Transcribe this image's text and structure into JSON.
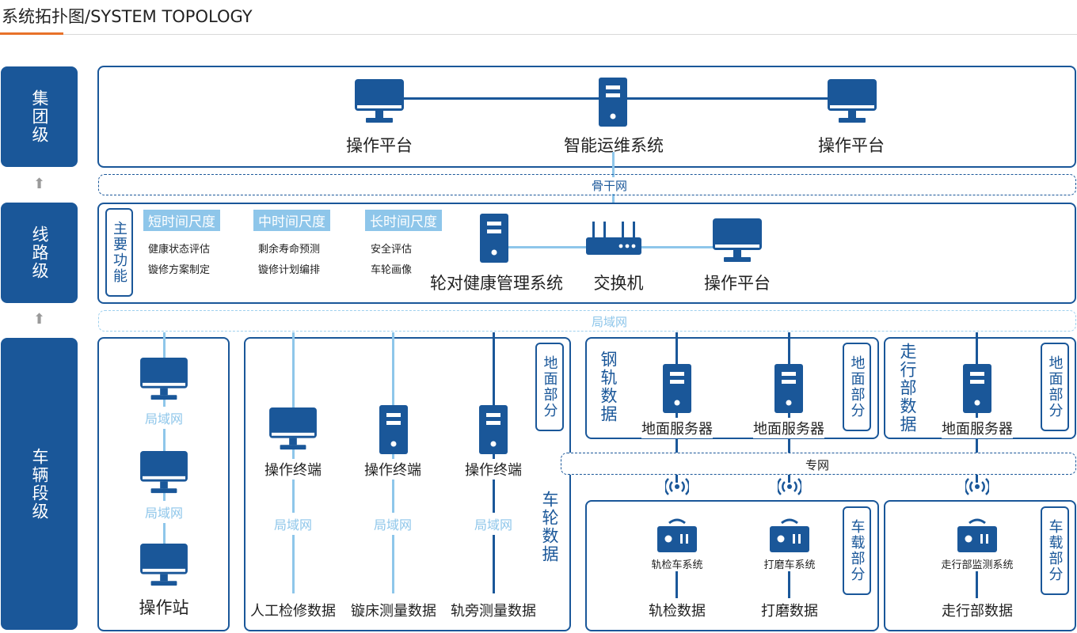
{
  "page": {
    "title": "系统拓扑图/SYSTEM TOPOLOGY"
  },
  "colors": {
    "primary": "#1a5799",
    "light": "#8ec6ea",
    "accent": "#e8722a"
  },
  "levels": {
    "group": "集团级",
    "line": "线路级",
    "vehicle": "车辆段级"
  },
  "group": {
    "left_platform": "操作平台",
    "center_system": "智能运维系统",
    "right_platform": "操作平台"
  },
  "networks": {
    "backbone": "骨干网",
    "lan": "局域网",
    "private": "专网"
  },
  "line": {
    "main_functions": "主要功能",
    "scales": [
      {
        "name": "短时间尺度",
        "items": [
          "健康状态评估",
          "镟修方案制定"
        ]
      },
      {
        "name": "中时间尺度",
        "items": [
          "剩余寿命预测",
          "镟修计划编排"
        ]
      },
      {
        "name": "长时间尺度",
        "items": [
          "安全评估",
          "车轮画像"
        ]
      }
    ],
    "health_system": "轮对健康管理系统",
    "switch": "交换机",
    "platform": "操作平台"
  },
  "vehicle": {
    "station_column": {
      "lan1": "局域网",
      "lan2": "局域网",
      "station": "操作站"
    },
    "wheel": {
      "ground_tag": "地面部分",
      "data_label": "车轮数据",
      "terminals": [
        "操作终端",
        "操作终端",
        "操作终端"
      ],
      "lans": [
        "局域网",
        "局域网",
        "局域网"
      ],
      "sources": [
        "人工检修数据",
        "镟床测量数据",
        "轨旁测量数据"
      ]
    },
    "rail": {
      "data_label": "钢轨数据",
      "ground_tag": "地面部分",
      "servers": [
        "地面服务器",
        "地面服务器"
      ],
      "onboard_tag": "车载部分",
      "systems": [
        "轨检车系统",
        "打磨车系统"
      ],
      "data": [
        "轨检数据",
        "打磨数据"
      ]
    },
    "running": {
      "data_label": "走行部数据",
      "ground_tag": "地面部分",
      "server": "地面服务器",
      "onboard_tag": "车载部分",
      "system": "走行部监测系统",
      "data": "走行部数据"
    }
  },
  "icons": {
    "monitor": "monitor-icon",
    "server": "server-icon",
    "router": "router-icon",
    "wireless": "wireless-icon",
    "device": "device-icon",
    "arrow": "arrow-up-icon"
  }
}
